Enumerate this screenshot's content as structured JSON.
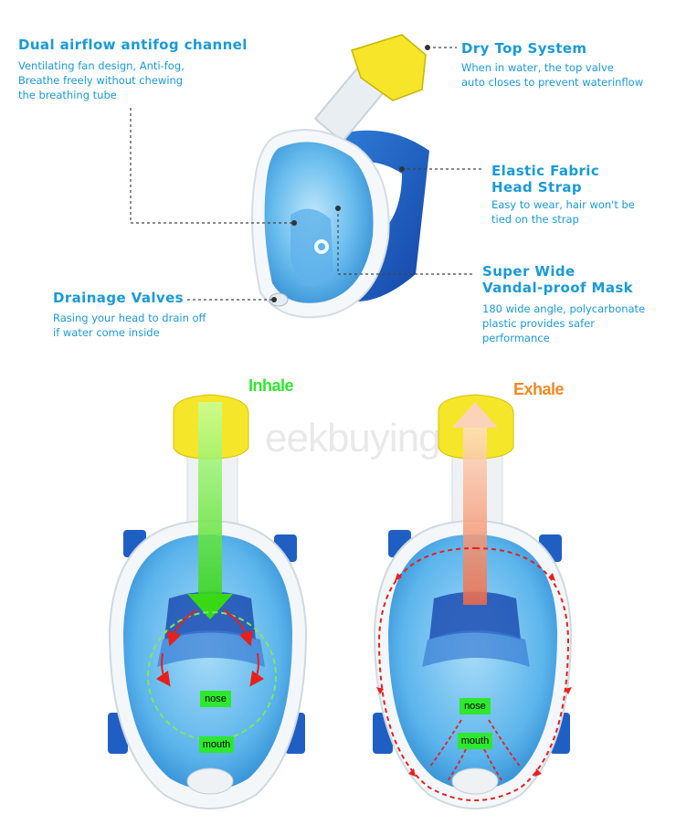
{
  "features": {
    "airflow": {
      "title": "Dual airflow antifog channel",
      "desc": [
        "Ventilating fan design, Anti-fog,",
        "Breathe freely without chewing",
        "the breathing tube"
      ]
    },
    "dry_top": {
      "title": "Dry Top System",
      "desc": [
        "When in water, the top valve",
        "auto closes to prevent waterinflow"
      ]
    },
    "strap": {
      "title": [
        "Elastic Fabric",
        "Head Strap"
      ],
      "desc": [
        "Easy to wear, hair won't be",
        "tied on the strap"
      ]
    },
    "mask": {
      "title": [
        "Super Wide",
        "Vandal-proof Mask"
      ],
      "desc": [
        "180 wide angle, polycarbonate",
        "plastic provides safer",
        "performance"
      ]
    },
    "drainage": {
      "title": "Drainage Valves",
      "desc": [
        "Rasing your head to drain off",
        "if water come inside"
      ]
    }
  },
  "breathing": {
    "inhale": {
      "label": "Inhale",
      "nose": "nose",
      "mouth": "mouth"
    },
    "exhale": {
      "label": "Exhale",
      "nose": "nose",
      "mouth": "mouth"
    }
  },
  "watermark": "eekbuying",
  "colors": {
    "accent_text": "#1a9ad6",
    "inhale": "#2ee82e",
    "exhale": "#f08a24",
    "tag_bg": "#2ee82e",
    "arrow_red": "#e8201c"
  }
}
